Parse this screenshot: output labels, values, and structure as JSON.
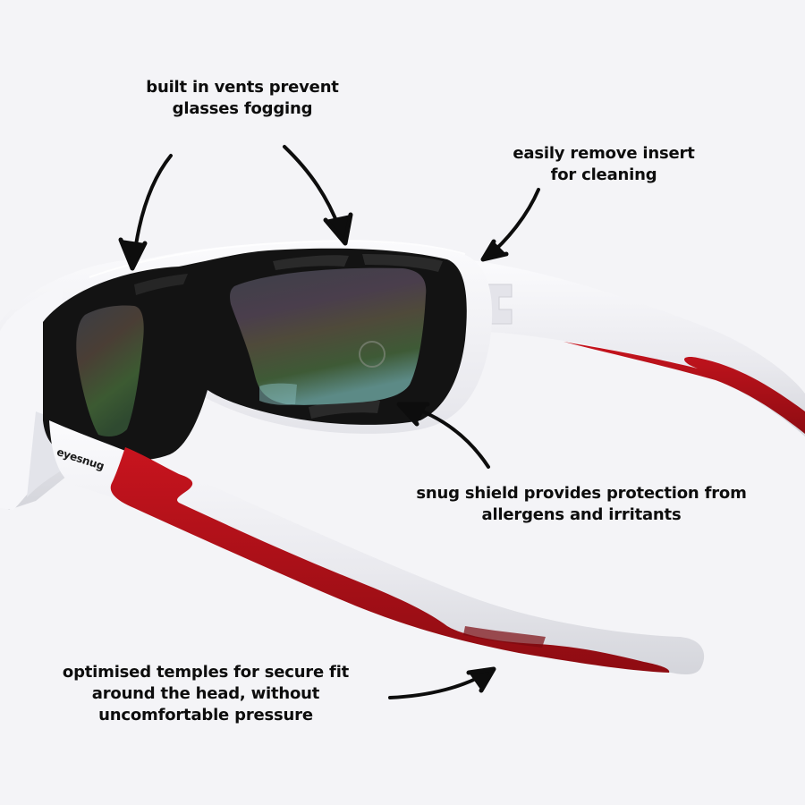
{
  "image": {
    "subject": "white and red sports glasses with black foam insert, rear three-quarter view",
    "background_color": "#f4f4f7",
    "frame_color": "#f2f2f5",
    "accent_color": "#b5121b",
    "insert_color": "#141414",
    "brand_label": "eyesnug"
  },
  "callouts": [
    {
      "id": "vents",
      "lines": [
        "built in vents prevent",
        "glasses fogging"
      ],
      "arrows": 2,
      "points_to": "top of foam insert"
    },
    {
      "id": "insert",
      "lines": [
        "easily remove insert",
        "for cleaning"
      ],
      "arrows": 1,
      "points_to": "hinge of frame"
    },
    {
      "id": "shield",
      "lines": [
        "snug shield provides protection from",
        "allergens and irritants"
      ],
      "arrows": 1,
      "points_to": "bottom of foam shield"
    },
    {
      "id": "temples",
      "lines": [
        "optimised temples for secure fit",
        "around the head, without",
        "uncomfortable pressure"
      ],
      "arrows": 1,
      "points_to": "temple arm end"
    }
  ]
}
